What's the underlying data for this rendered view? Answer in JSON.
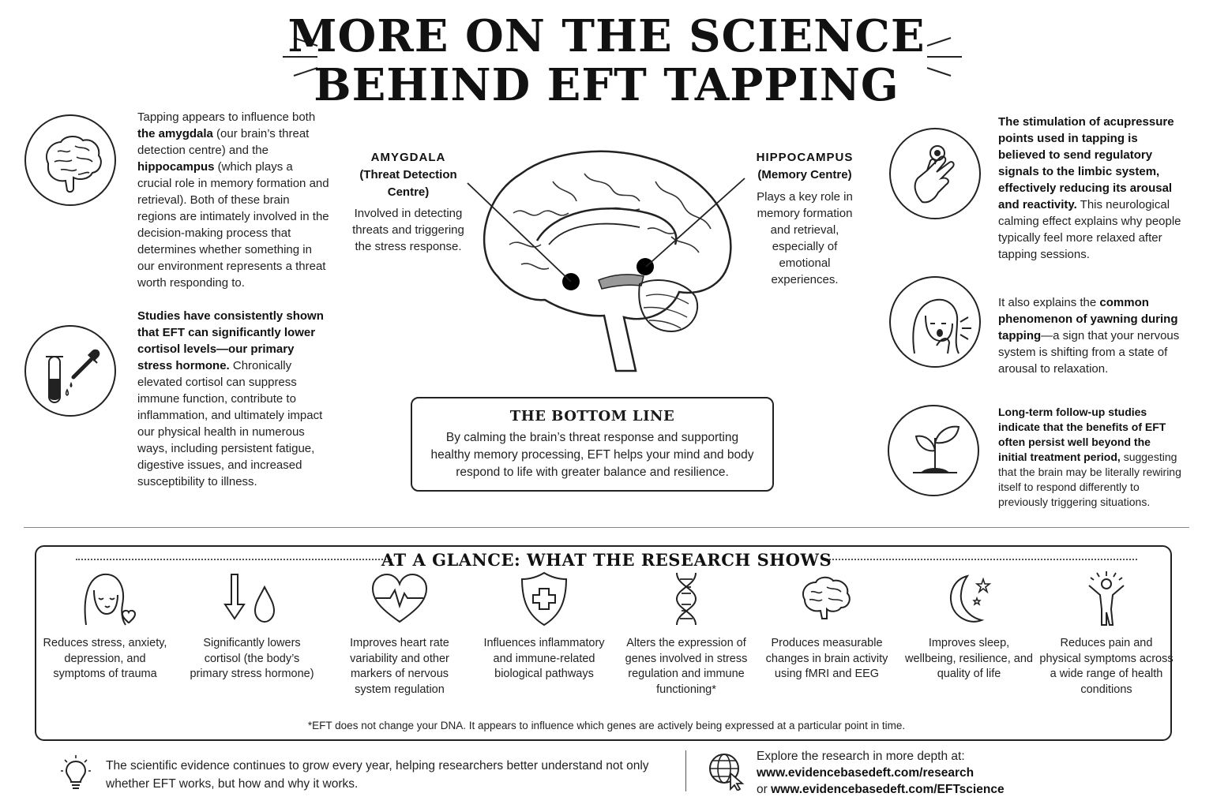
{
  "title": {
    "line1": "MORE ON THE SCIENCE",
    "line2": "BEHIND EFT TAPPING"
  },
  "left_column": {
    "para1": {
      "t1": "Tapping appears to influence both ",
      "b1": "the amygdala",
      "t2": " (our brain’s threat detection centre) and the ",
      "b2": "hippocampus",
      "t3": " (which plays a crucial role in memory formation and retrieval). Both of these brain regions are intimately involved in the decision-making process that determines whether something in our environment represents a threat worth responding to."
    },
    "para2": {
      "b1": "Studies have consistently shown that EFT can significantly lower cortisol levels—our primary stress hormone.",
      "t1": " Chronically elevated cortisol can suppress immune function, contribute to inflammation, and ultimately impact our physical health in numerous ways, including persistent fatigue, digestive issues, and increased susceptibility to illness."
    }
  },
  "center": {
    "amygdala": {
      "name": "AMYGDALA",
      "subtitle": "(Threat Detection Centre)",
      "desc": "Involved in detecting threats and triggering the stress response."
    },
    "hippocampus": {
      "name": "HIPPOCAMPUS",
      "subtitle": "(Memory Centre)",
      "desc": "Plays a key role in memory formation and retrieval, especially of emotional experiences."
    },
    "bottom_line": {
      "title": "THE BOTTOM LINE",
      "text": "By calming the brain’s threat response and supporting healthy memory processing, EFT helps your mind and body respond to life with greater balance and resilience."
    }
  },
  "right_column": {
    "para1": {
      "b1": "The stimulation of acupressure points used in tapping is believed to send regulatory signals to the limbic system, effectively reducing its arousal and reactivity.",
      "t1": " This neurological calming effect explains why people typically feel more relaxed after tapping sessions."
    },
    "para2": {
      "t1": "It also explains the ",
      "b1": "common phenomenon of yawning during tapping",
      "t2": "—a sign that your nervous system is shifting from a state of arousal to relaxation."
    },
    "para3": {
      "b1": "Long-term follow-up studies indicate that the benefits of EFT often persist well beyond the initial treatment period,",
      "t1": " suggesting that the brain may be literally rewiring itself to respond differently to previously triggering situations."
    }
  },
  "glance": {
    "title": "AT A GLANCE: WHAT THE RESEARCH SHOWS",
    "items": [
      {
        "icon": "calm-face-heart-icon",
        "text": "Reduces stress, anxiety, depression, and symptoms of trauma"
      },
      {
        "icon": "arrow-down-drop-icon",
        "text": "Significantly lowers cortisol (the body’s primary stress hormone)"
      },
      {
        "icon": "heart-pulse-icon",
        "text": "Improves heart rate variability and other markers of nervous system regulation"
      },
      {
        "icon": "shield-cross-icon",
        "text": "Influences inflammatory and immune-related biological pathways"
      },
      {
        "icon": "dna-icon",
        "text": "Alters the expression of genes involved in stress regulation and immune functioning*"
      },
      {
        "icon": "brain-icon",
        "text": "Produces measurable changes in brain activity using fMRI and EEG"
      },
      {
        "icon": "moon-stars-icon",
        "text": "Improves sleep, wellbeing, resilience, and quality of life"
      },
      {
        "icon": "person-arms-up-icon",
        "text": "Reduces pain and physical symptoms across a wide range of health conditions"
      }
    ],
    "footnote": "*EFT does not change your DNA. It appears to influence which genes are actively being expressed at a particular point in time."
  },
  "footer": {
    "left_text": "The scientific evidence continues to grow every year, helping researchers better understand not only whether EFT works, but how and why it works.",
    "right_intro": "Explore the research in more depth at:",
    "url1": "www.evidencebasedeft.com/research",
    "or": "or ",
    "url2": "www.evidencebasedeft.com/EFTscience"
  }
}
